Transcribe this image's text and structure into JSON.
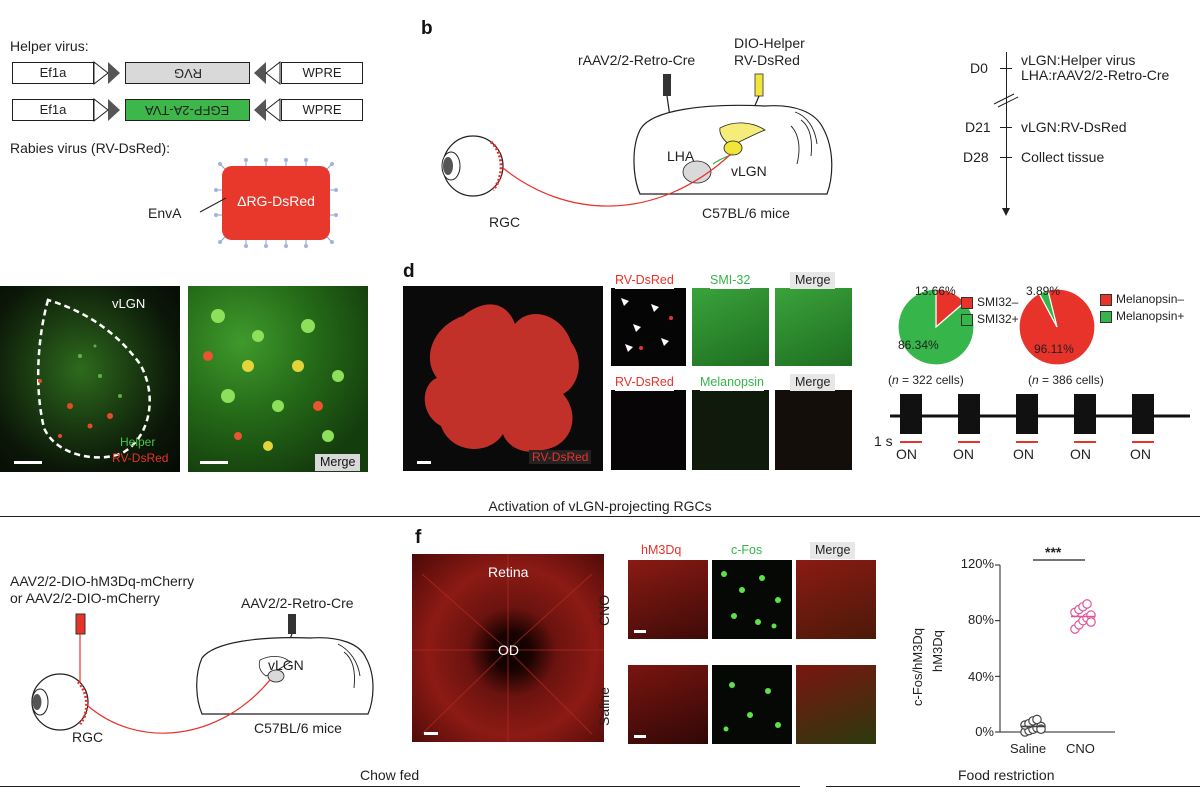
{
  "panels": {
    "b": "b",
    "d": "d",
    "f": "f"
  },
  "panel_a": {
    "helper_title": "Helper virus:",
    "row1": {
      "promoter": "Ef1a",
      "gene": "RVG",
      "end": "WPRE"
    },
    "row2": {
      "promoter": "Ef1a",
      "gene": "EGFP-2A-TVA",
      "end": "WPRE"
    },
    "rabies_title": "Rabies virus (RV-DsRed):",
    "virion_label": "ΔRG-DsRed",
    "envelope": "EnvA"
  },
  "panel_b": {
    "inj_retro": "rAAV2/2-Retro-Cre",
    "inj_helper_l1": "DIO-Helper",
    "inj_helper_l2": "RV-DsRed",
    "lha": "LHA",
    "vlgn": "vLGN",
    "rgc": "RGC",
    "mice": "C57BL/6 mice",
    "timeline": [
      {
        "day": "D0",
        "l1": "vLGN:Helper virus",
        "l2": "LHA:rAAV2/2-Retro-Cre"
      },
      {
        "day": "D21",
        "l1": "vLGN:RV-DsRed",
        "l2": ""
      },
      {
        "day": "D28",
        "l1": "Collect tissue",
        "l2": ""
      }
    ]
  },
  "panel_c": {
    "region": "vLGN",
    "ch_green": "Helper",
    "ch_red": "RV-DsRed",
    "merge": "Merge"
  },
  "panel_d": {
    "wholemount_label": "RV-DsRed",
    "row1_tags": [
      "RV-DsRed",
      "SMI-32",
      "Merge"
    ],
    "row2_tags": [
      "RV-DsRed",
      "Melanopsin",
      "Merge"
    ],
    "ephys_scale": "1 s",
    "on_labels": [
      "ON",
      "ON",
      "ON",
      "ON",
      "ON"
    ]
  },
  "section_title_1": "Activation of vLGN-projecting RGCs",
  "panel_e": {
    "inj_eye_l1": "AAV2/2-DIO-hM3Dq-mCherry",
    "inj_eye_l2": "or AAV2/2-DIO-mCherry",
    "inj_brain": "AAV2/2-Retro-Cre",
    "vlgn": "vLGN",
    "rgc": "RGC",
    "mice": "C57BL/6 mice"
  },
  "panel_f": {
    "retina_label": "Retina",
    "od_label": "OD",
    "col_tags": [
      "hM3Dq",
      "c-Fos",
      "Merge"
    ],
    "row_labels": [
      "CNO",
      "Saline"
    ]
  },
  "bottom_labels": {
    "left": "Chow fed",
    "right": "Food restriction"
  },
  "colors": {
    "red": "#e8332a",
    "green": "#35b54a",
    "pink": "#e0559a",
    "gray_box": "#d9d9d9"
  },
  "chart_data": [
    {
      "type": "pie",
      "title": "",
      "slices": [
        {
          "label": "SMI32–",
          "value": 13.66,
          "display": "13.66%",
          "color": "#e8332a"
        },
        {
          "label": "SMI32+",
          "value": 86.34,
          "display": "86.34%",
          "color": "#35b54a"
        }
      ],
      "caption_pre": "(",
      "caption_n": "n",
      "caption_post": " = 322 cells)",
      "legend_position": "right"
    },
    {
      "type": "pie",
      "title": "",
      "slices": [
        {
          "label": "Melanopsin–",
          "value": 96.11,
          "display": "96.11%",
          "color": "#e8332a"
        },
        {
          "label": "Melanopsin+",
          "value": 3.89,
          "display": "3.89%",
          "color": "#35b54a"
        }
      ],
      "caption_pre": "(",
      "caption_n": "n",
      "caption_post": " = 386 cells)",
      "legend_position": "right"
    },
    {
      "type": "scatter",
      "title": "",
      "ylabel_top": "c-Fos/hM3Dq",
      "ylabel_bottom": "hM3Dq",
      "yticks": [
        "0%",
        "40%",
        "80%",
        "120%"
      ],
      "ylim": [
        0,
        120
      ],
      "categories": [
        "Saline",
        "CNO"
      ],
      "significance": "***",
      "series": [
        {
          "category": "Saline",
          "mean": 4,
          "values": [
            0,
            1,
            2,
            3,
            4,
            5,
            6,
            8,
            9,
            2
          ]
        },
        {
          "category": "CNO",
          "mean": 83,
          "values": [
            74,
            77,
            80,
            82,
            84,
            86,
            88,
            90,
            92,
            79
          ]
        }
      ]
    }
  ]
}
